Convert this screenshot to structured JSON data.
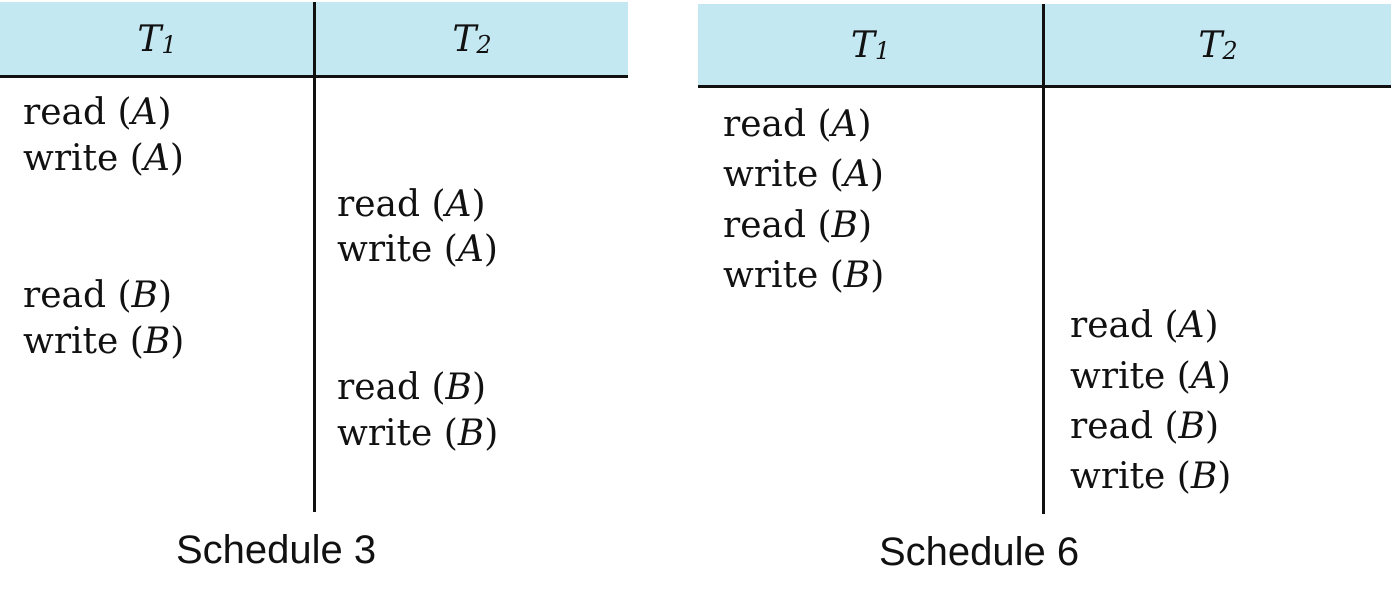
{
  "schedules": [
    {
      "caption": "Schedule 3",
      "columns": [
        {
          "name": "T",
          "sub": "1"
        },
        {
          "name": "T",
          "sub": "2"
        }
      ],
      "rows": [
        {
          "column": 0,
          "op": "read",
          "item": "A"
        },
        {
          "column": 0,
          "op": "write",
          "item": "A"
        },
        {
          "column": 1,
          "op": "read",
          "item": "A"
        },
        {
          "column": 1,
          "op": "write",
          "item": "A"
        },
        {
          "column": 0,
          "op": "read",
          "item": "B"
        },
        {
          "column": 0,
          "op": "write",
          "item": "B"
        },
        {
          "column": 1,
          "op": "read",
          "item": "B"
        },
        {
          "column": 1,
          "op": "write",
          "item": "B"
        }
      ]
    },
    {
      "caption": "Schedule 6",
      "columns": [
        {
          "name": "T",
          "sub": "1"
        },
        {
          "name": "T",
          "sub": "2"
        }
      ],
      "rows": [
        {
          "column": 0,
          "op": "read",
          "item": "A"
        },
        {
          "column": 0,
          "op": "write",
          "item": "A"
        },
        {
          "column": 0,
          "op": "read",
          "item": "B"
        },
        {
          "column": 0,
          "op": "write",
          "item": "B"
        },
        {
          "column": 1,
          "op": "read",
          "item": "A"
        },
        {
          "column": 1,
          "op": "write",
          "item": "A"
        },
        {
          "column": 1,
          "op": "read",
          "item": "B"
        },
        {
          "column": 1,
          "op": "write",
          "item": "B"
        }
      ]
    }
  ],
  "colors": {
    "header_bg": "#c4e8f2",
    "rule": "#111111"
  }
}
